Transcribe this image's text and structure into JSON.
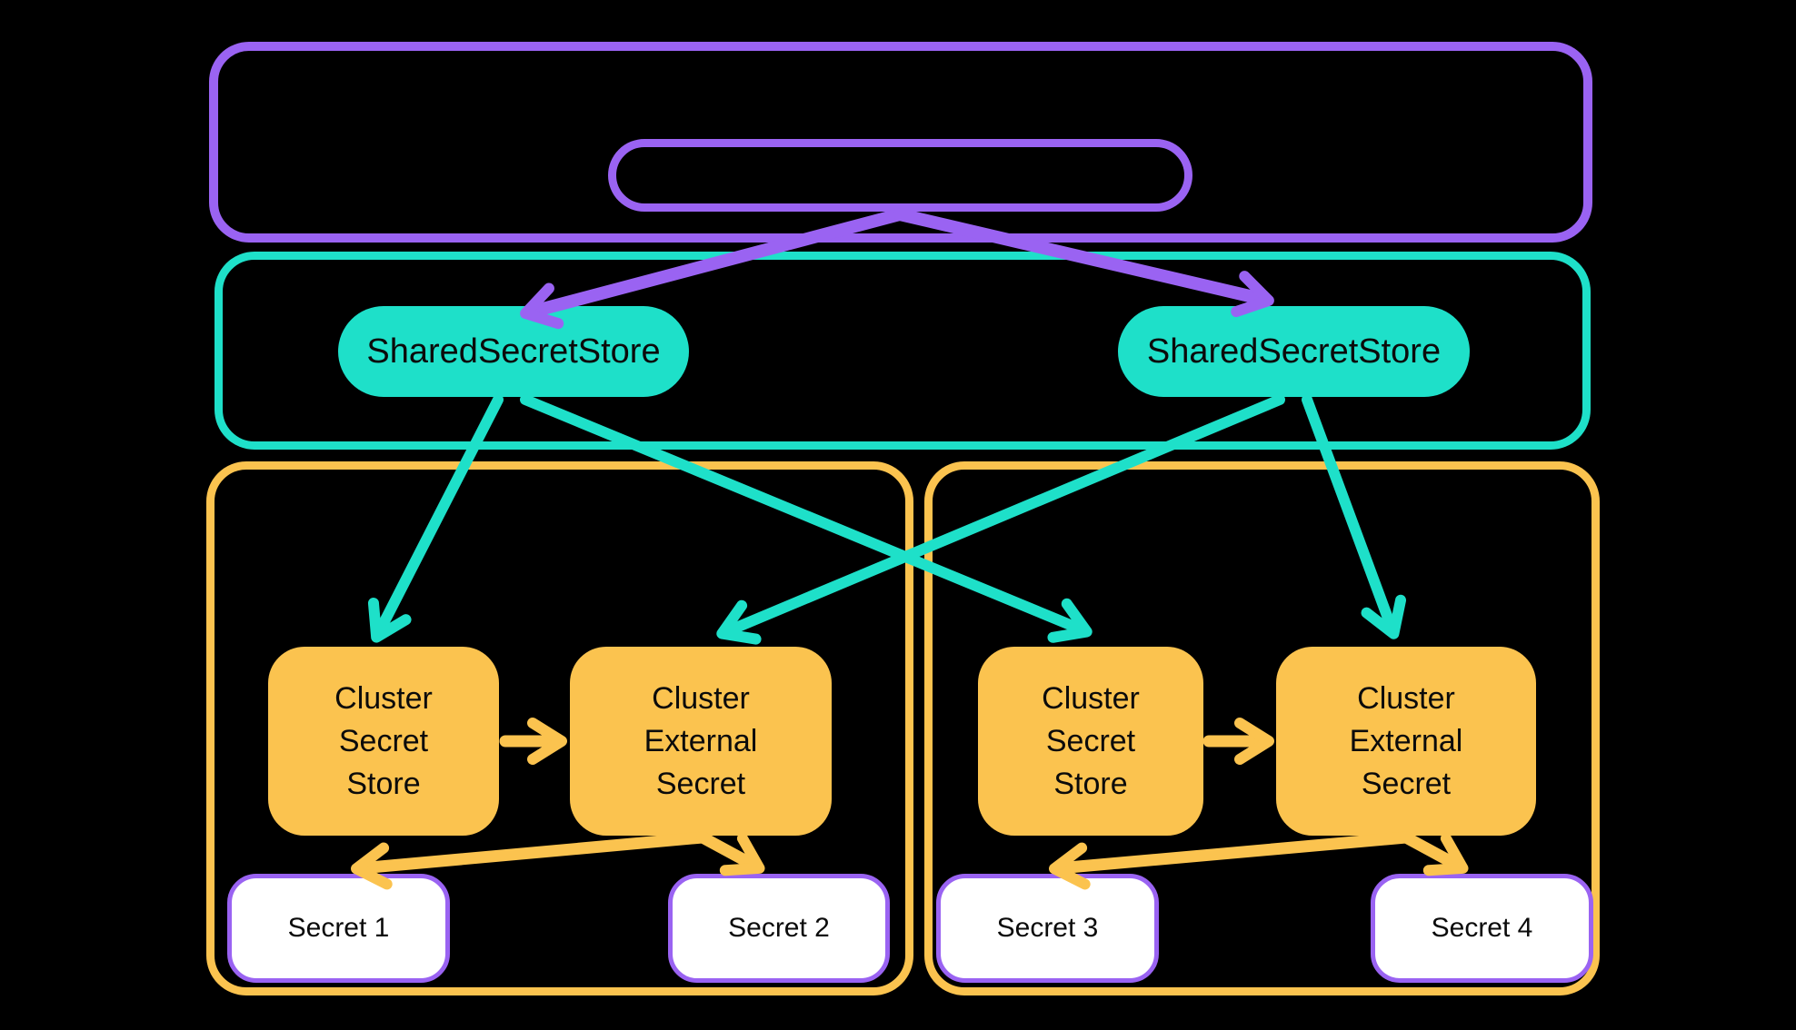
{
  "diagram": {
    "background": "#000000",
    "colors": {
      "purple": "#9A63F2",
      "teal": "#1EE0C9",
      "yellow": "#FBC34F",
      "secret_fill": "#FFFFFF",
      "text": "#0B0B0B"
    },
    "top_box": {
      "label": ""
    },
    "top_inner_pill": {
      "label": ""
    },
    "shared_stores": [
      {
        "label": "SharedSecretStore"
      },
      {
        "label": "SharedSecretStore"
      }
    ],
    "clusters": [
      {
        "secret_store_lines": [
          "Cluster",
          "Secret",
          "Store"
        ],
        "external_secret_lines": [
          "Cluster",
          "External",
          "Secret"
        ],
        "secrets": [
          {
            "label": "Secret 1"
          },
          {
            "label": "Secret 2"
          }
        ]
      },
      {
        "secret_store_lines": [
          "Cluster",
          "Secret",
          "Store"
        ],
        "external_secret_lines": [
          "Cluster",
          "External",
          "Secret"
        ],
        "secrets": [
          {
            "label": "Secret 3"
          },
          {
            "label": "Secret 4"
          }
        ]
      }
    ]
  }
}
